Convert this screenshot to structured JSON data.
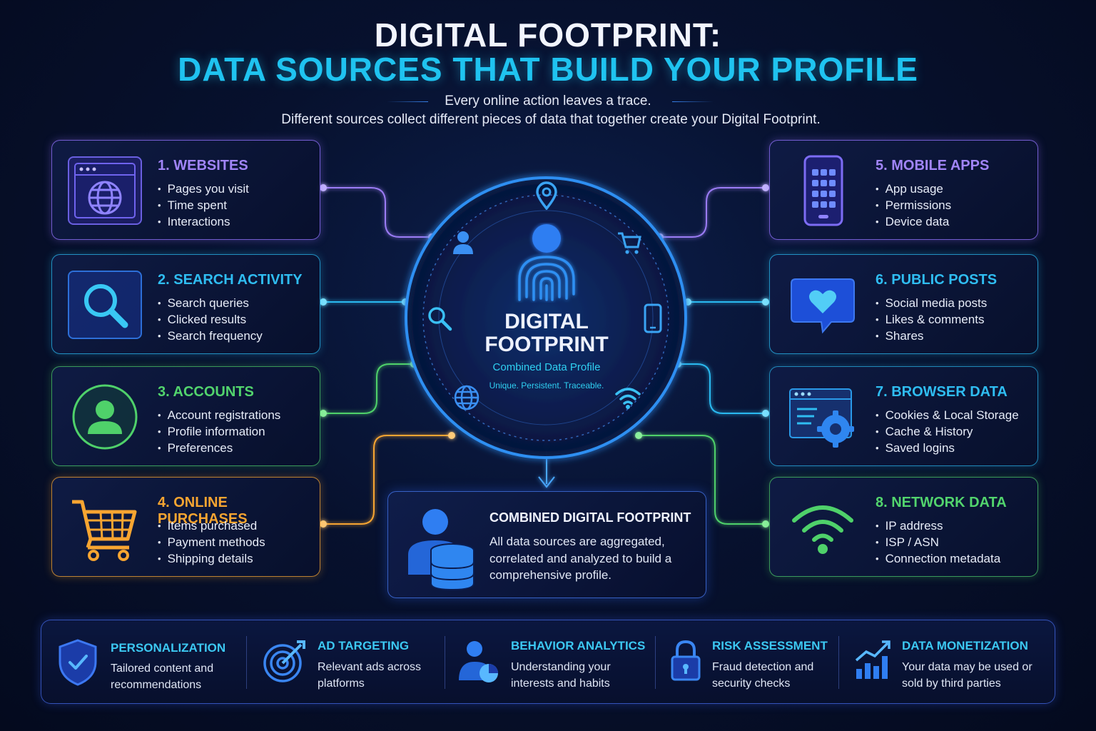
{
  "header": {
    "title_line1": "DIGITAL FOOTPRINT:",
    "title_line2": "DATA SOURCES THAT BUILD YOUR PROFILE",
    "subtitle_line1": "Every online action leaves a trace.",
    "subtitle_line2": "Different sources collect different pieces of data that together create your Digital Footprint."
  },
  "sources": [
    {
      "title": "1. WEBSITES",
      "color": "#9b7cf5",
      "icon": "browser-globe-icon",
      "items": [
        "Pages you visit",
        "Time spent",
        "Interactions"
      ]
    },
    {
      "title": "2. SEARCH ACTIVITY",
      "color": "#2ab9f0",
      "icon": "magnifier-icon",
      "items": [
        "Search queries",
        "Clicked results",
        "Search frequency"
      ]
    },
    {
      "title": "3. ACCOUNTS",
      "color": "#4fd16a",
      "icon": "user-icon",
      "items": [
        "Account registrations",
        "Profile information",
        "Preferences"
      ]
    },
    {
      "title": "4. ONLINE PURCHASES",
      "color": "#f7a531",
      "icon": "cart-icon",
      "items": [
        "Items purchased",
        "Payment methods",
        "Shipping details"
      ]
    },
    {
      "title": "5. MOBILE APPS",
      "color": "#9b7cf5",
      "icon": "smartphone-icon",
      "items": [
        "App usage",
        "Permissions",
        "Device data"
      ]
    },
    {
      "title": "6. PUBLIC POSTS",
      "color": "#2ab9f0",
      "icon": "heart-chat-icon",
      "items": [
        "Social media posts",
        "Likes & comments",
        "Shares"
      ]
    },
    {
      "title": "7. BROWSER DATA",
      "color": "#2ab9f0",
      "icon": "browser-gear-icon",
      "items": [
        "Cookies & Local Storage",
        "Cache & History",
        "Saved logins"
      ]
    },
    {
      "title": "8. NETWORK DATA",
      "color": "#4fd16a",
      "icon": "wifi-icon",
      "items": [
        "IP address",
        "ISP / ASN",
        "Connection metadata"
      ]
    }
  ],
  "center": {
    "title_line1": "DIGITAL",
    "title_line2": "FOOTPRINT",
    "subtitle": "Combined Data Profile",
    "tagline": "Unique. Persistent. Traceable."
  },
  "combined": {
    "title": "COMBINED DIGITAL FOOTPRINT",
    "body": "All data sources are aggregated, correlated and analyzed to build a comprehensive profile."
  },
  "uses": [
    {
      "title": "PERSONALIZATION",
      "desc": "Tailored content and recommendations",
      "icon": "shield-check-icon"
    },
    {
      "title": "AD TARGETING",
      "desc": "Relevant ads across platforms",
      "icon": "target-icon"
    },
    {
      "title": "BEHAVIOR ANALYTICS",
      "desc": "Understanding your interests and habits",
      "icon": "user-chart-icon"
    },
    {
      "title": "RISK ASSESSMENT",
      "desc": "Fraud detection and security checks",
      "icon": "padlock-icon"
    },
    {
      "title": "DATA MONETIZATION",
      "desc": "Your data may be used or sold by third parties",
      "icon": "growth-chart-icon"
    }
  ]
}
